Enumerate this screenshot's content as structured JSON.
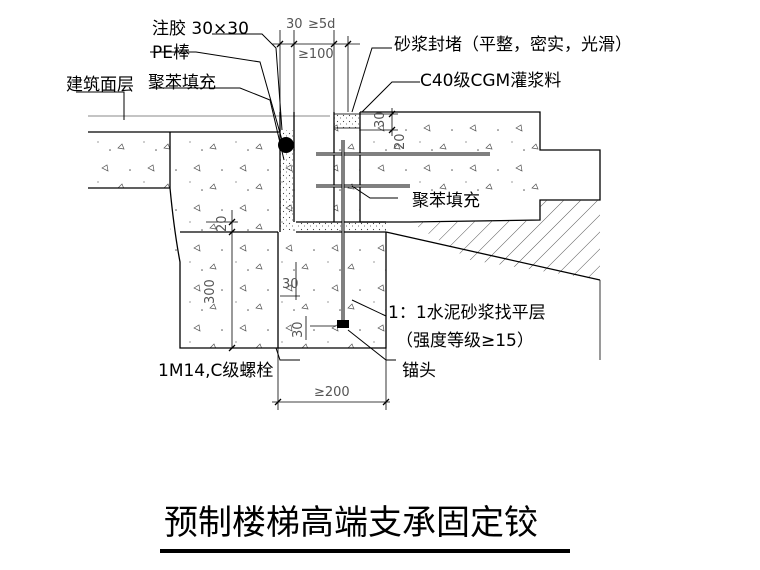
{
  "title": "预制楼梯高端支承固定铰",
  "labels": {
    "sealant": "注胶 30×30",
    "pe_rod": "PE棒",
    "polystyrene_top": "聚苯填充",
    "floor_finish": "建筑面层",
    "mortar_seal": "砂浆封堵（平整，密实，光滑）",
    "grout": "C40级CGM灌浆料",
    "polystyrene_right": "聚苯填充",
    "leveling_line1": "1：1水泥砂浆找平层",
    "leveling_line2": "（强度等级≥15）",
    "bolt": "1M14,C级螺栓",
    "anchor_head": "锚头"
  },
  "dimensions": {
    "d30_top": "30",
    "d5d": "≥5d",
    "d100": "≥100",
    "d30_right": "30",
    "d20_right": "20",
    "d20_left": "20",
    "d300": "300",
    "d30_mid": "30",
    "d30_low": "30",
    "d200": "≥200"
  },
  "colors": {
    "line": "#000000",
    "dimension_text": "#555555"
  }
}
